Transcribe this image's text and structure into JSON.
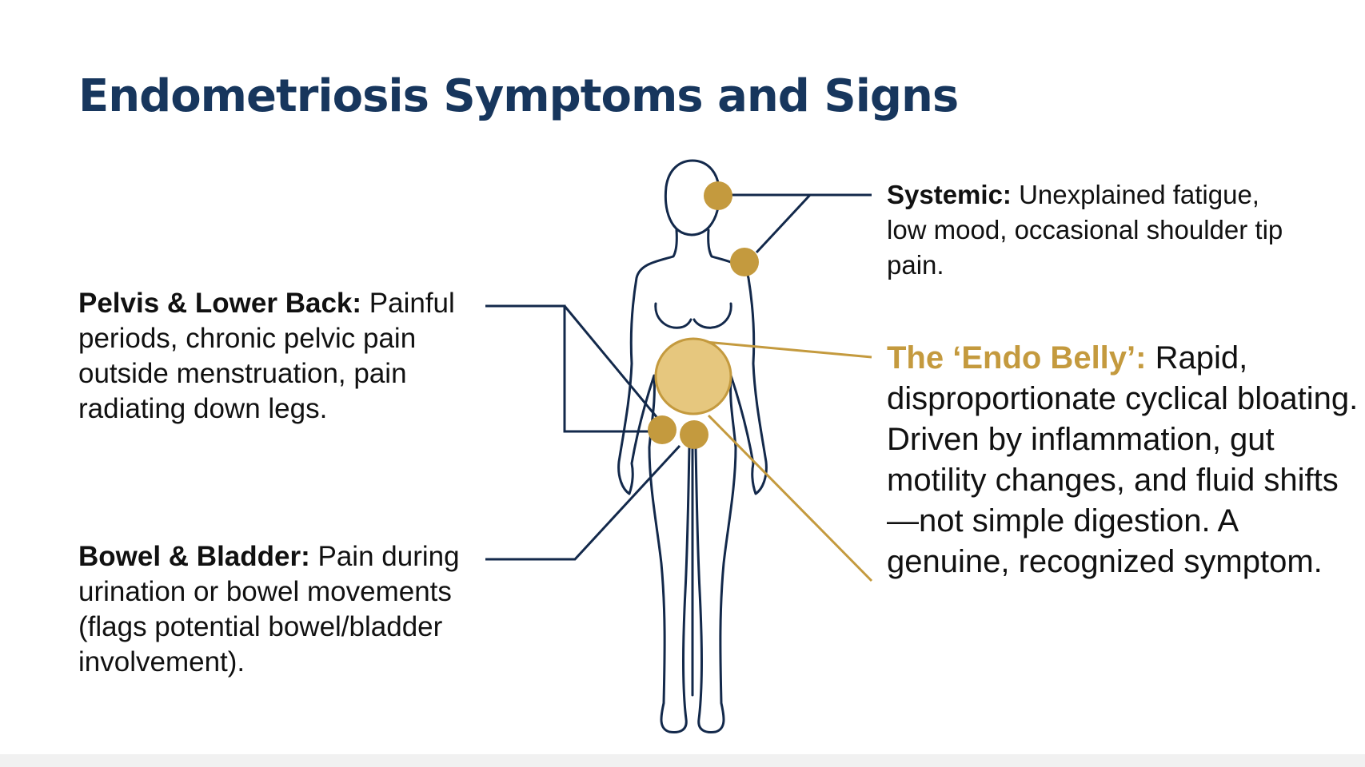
{
  "title": "Endometriosis Symptoms and Signs",
  "colors": {
    "title": "#17365d",
    "outline": "#13294b",
    "accent": "#c49a3e",
    "belly_fill": "#e6c77e",
    "text": "#111111"
  },
  "callouts": {
    "systemic": {
      "heading": "Systemic:",
      "text": " Unexplained fatigue, low mood, occasional shoulder tip pain."
    },
    "pelvis": {
      "heading": "Pelvis & Lower Back:",
      "text": " Painful periods, chronic pelvic pain outside menstruation, pain radiating down legs."
    },
    "belly": {
      "heading": "The ‘Endo Belly’:",
      "text": " Rapid, disproportionate cyclical bloating. Driven by inflammation, gut motility changes, and fluid shifts—not simple digestion. A genuine, recognized symptom."
    },
    "bowel": {
      "heading": "Bowel & Bladder:",
      "text": " Pain during urination or bowel movements (flags potential bowel/bladder involvement)."
    }
  },
  "icons": {
    "figure": "female-body-outline-icon",
    "marker": "symptom-dot-icon"
  }
}
